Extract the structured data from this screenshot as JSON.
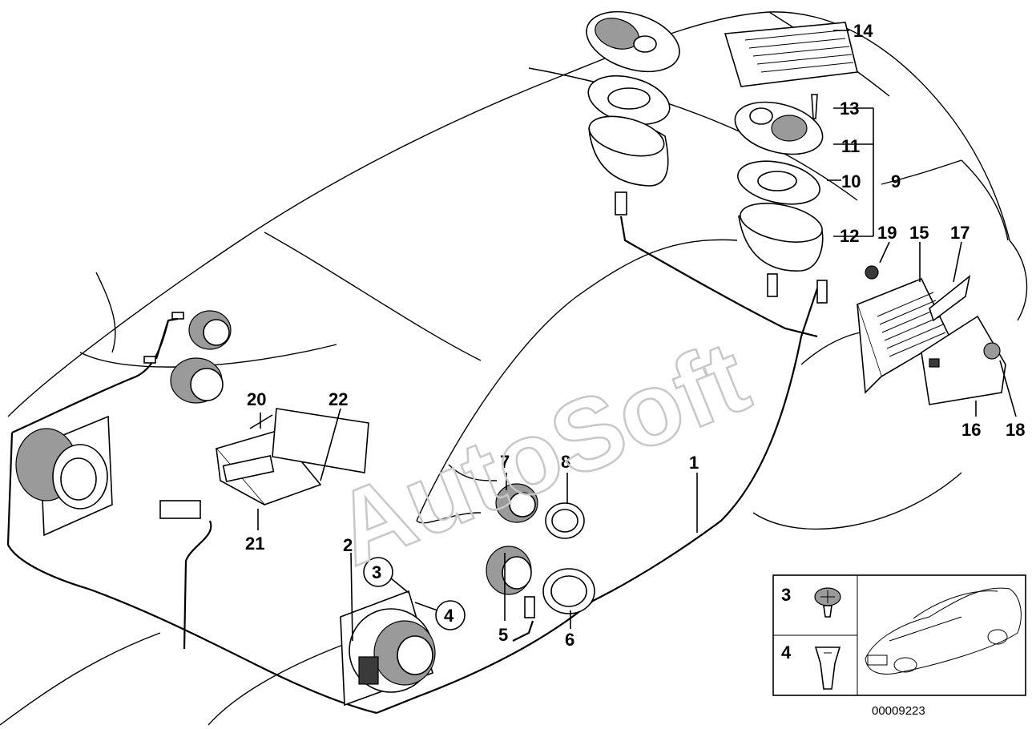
{
  "diagram": {
    "labels": {
      "p1": "1",
      "p2": "2",
      "p3": "3",
      "p4": "4",
      "p5": "5",
      "p6": "6",
      "p7": "7",
      "p8": "8",
      "p9": "9",
      "p10": "10",
      "p11": "11",
      "p12": "12",
      "p13": "13",
      "p14": "14",
      "p15": "15",
      "p16": "16",
      "p17": "17",
      "p18": "18",
      "p19": "19",
      "p20": "20",
      "p21": "21",
      "p22": "22"
    },
    "inset": {
      "row_3": "3",
      "row_4": "4"
    },
    "doc_number": "00009223",
    "watermark": "AutoSoft"
  }
}
